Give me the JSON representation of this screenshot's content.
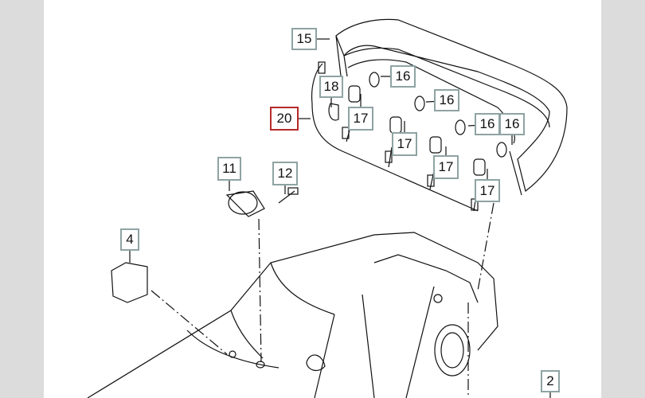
{
  "diagram": {
    "callouts": [
      "15",
      "18",
      "16",
      "20",
      "17",
      "16",
      "17",
      "16",
      "16",
      "17",
      "17",
      "11",
      "12",
      "4",
      "2"
    ],
    "selected_callout": "20",
    "colors": {
      "callout_border": "#8fa3a3",
      "selected_border": "#b52a2a",
      "background": "#dcdcdc"
    }
  }
}
